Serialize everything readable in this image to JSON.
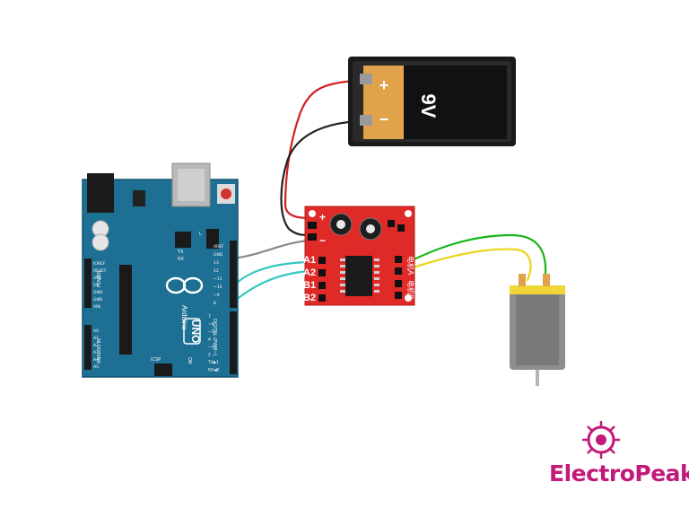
{
  "battery": {
    "voltage_label": "9V",
    "plus": "+",
    "minus": "−"
  },
  "arduino": {
    "logo_label": "UNO",
    "brand": "Arduino",
    "header_labels": [
      "IOREF",
      "RESET",
      "3V3",
      "5V",
      "GND",
      "GND",
      "VIN"
    ],
    "analog_labels": [
      "A0",
      "A1",
      "A2",
      "A3",
      "A4",
      "A5"
    ],
    "digital_labels": [
      "AREF",
      "GND",
      "13",
      "12",
      "~11",
      "~10",
      "~9",
      "8"
    ],
    "lower_digital_labels": [
      "7",
      "~6",
      "~5",
      "4",
      "~3",
      "2",
      "TX▶1",
      "RX◀0"
    ],
    "icsp": "ICSP",
    "on": "ON",
    "power": "POWER",
    "analog_in": "ANALOG IN",
    "digital": "DIGITAL (PWM~)",
    "tx": "TX",
    "rx": "RX",
    "l": "L"
  },
  "driver": {
    "pins_left": [
      "A1",
      "A2",
      "B1",
      "B2"
    ],
    "pin_plus": "+",
    "pin_minus": "−",
    "right_label_a": "电机A",
    "right_label_b": "电机B"
  },
  "brand": {
    "name_part1": "Electro",
    "name_part2": "Peak",
    "color": "#c2197a"
  },
  "colors": {
    "arduino": "#1d6f93",
    "driver": "#e02a27",
    "wire_red": "#d11f1f",
    "wire_black": "#222222",
    "wire_gray": "#8a8a8a",
    "wire_cyan": "#33c7c3",
    "wire_green": "#19b51d",
    "wire_yellow": "#e8d51a"
  }
}
